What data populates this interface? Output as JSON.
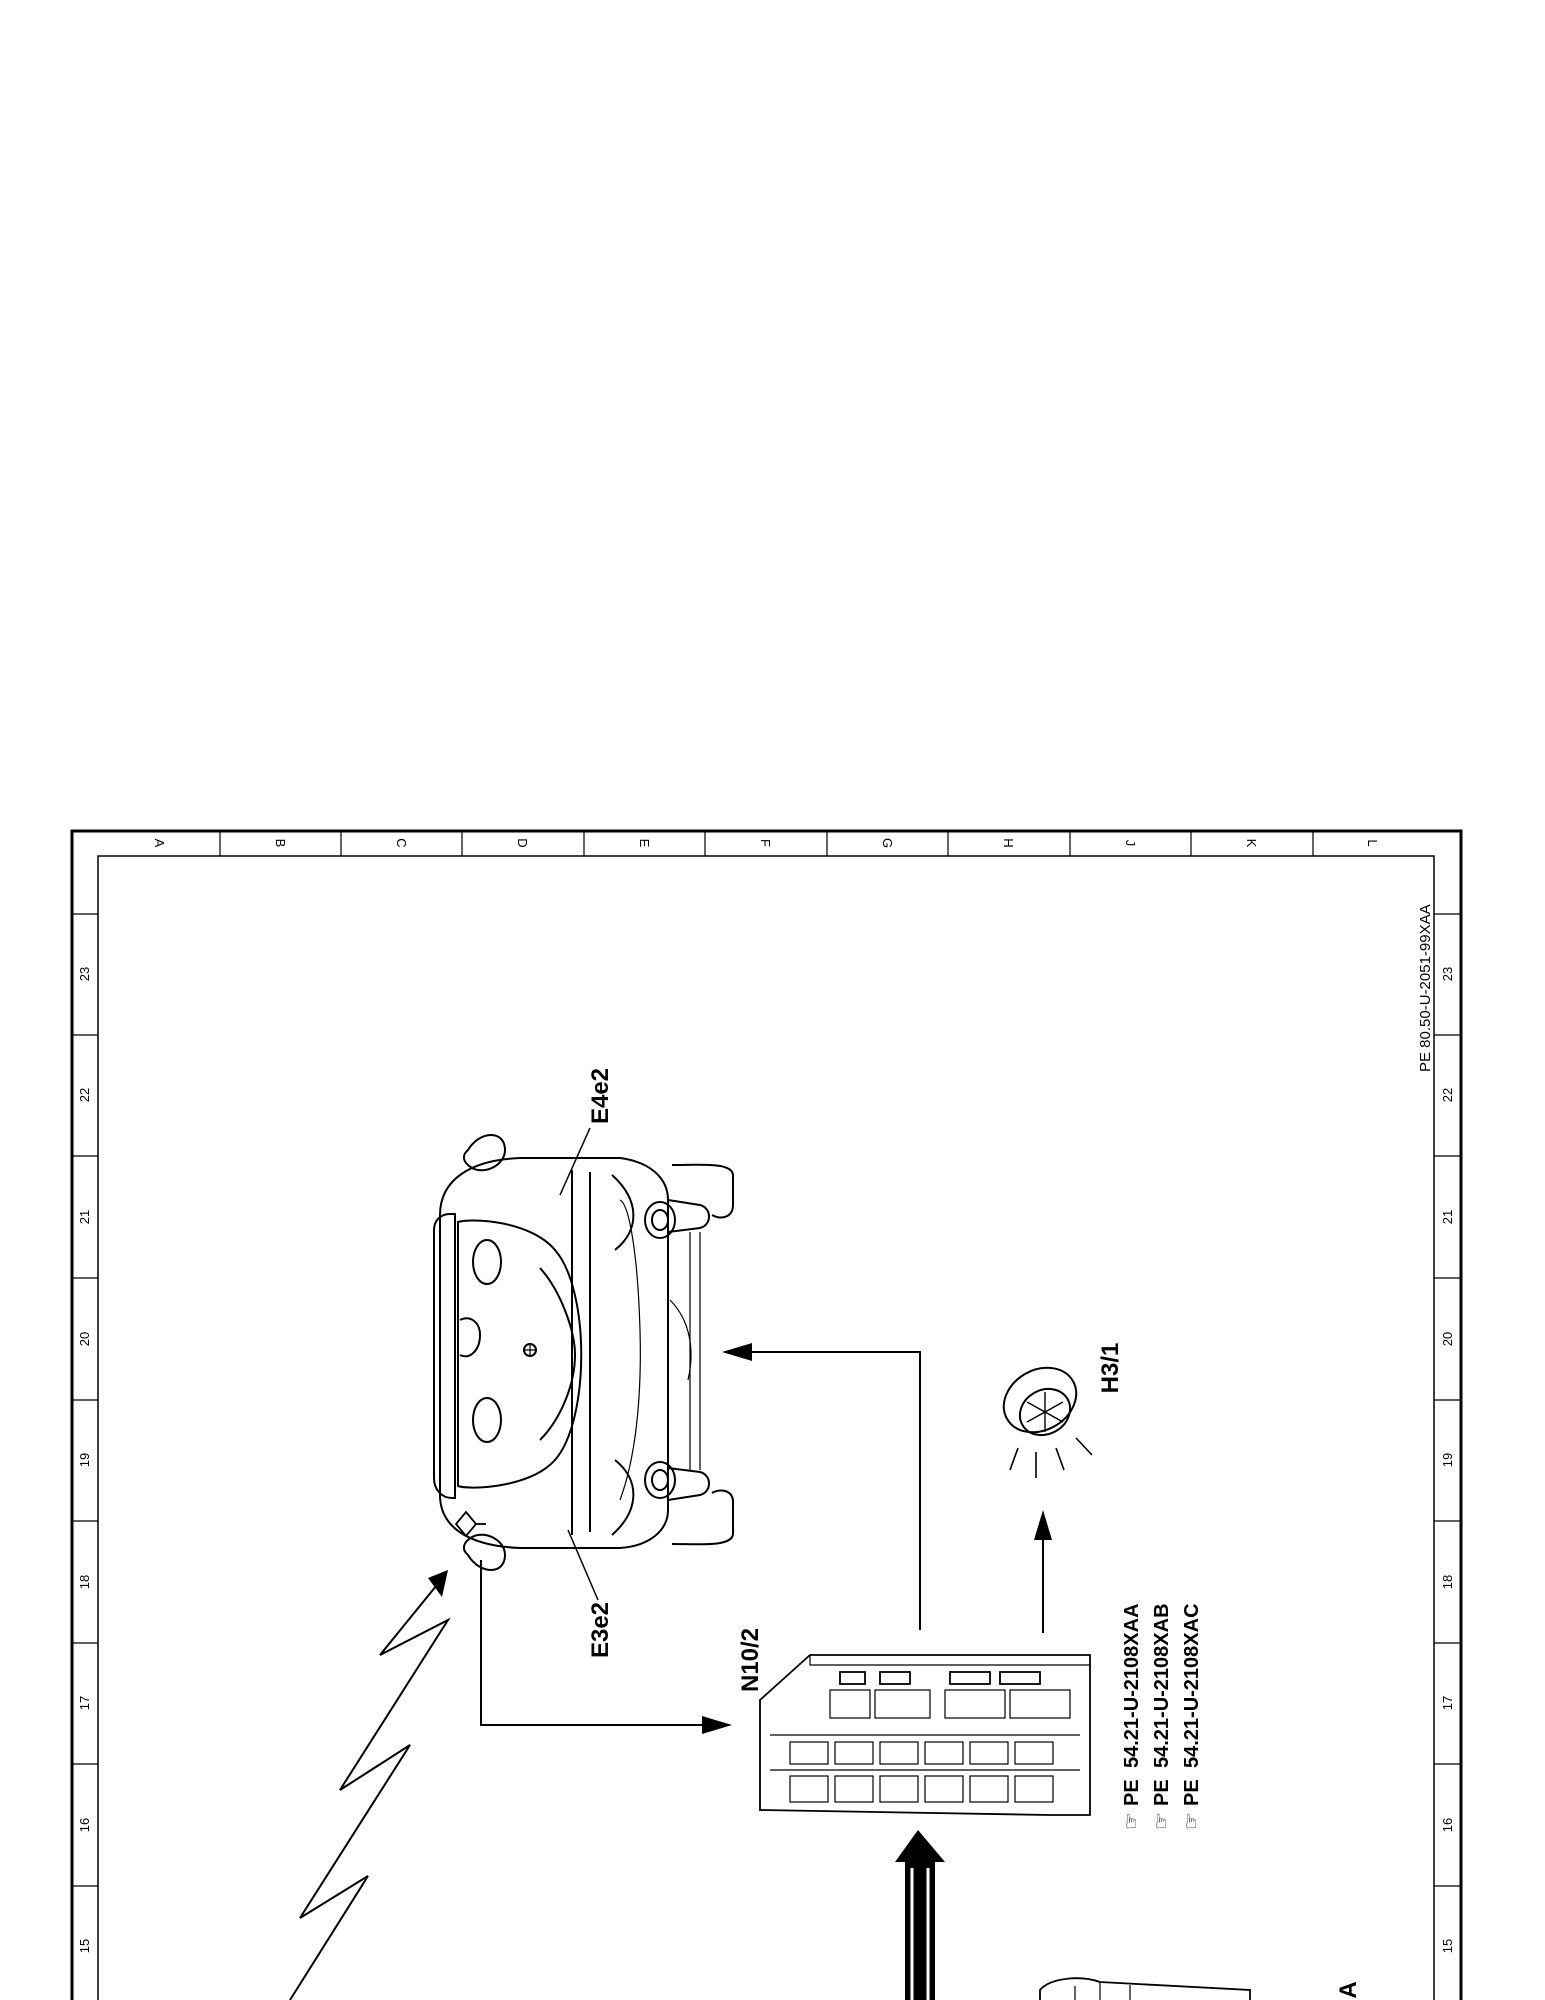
{
  "sheet": {
    "document_id": "PE 80.50-U-2051-99XAA",
    "column_letters": [
      "A",
      "B",
      "C",
      "D",
      "E",
      "F",
      "G",
      "H",
      "J",
      "K",
      "L"
    ],
    "row_numbers": [
      "23",
      "22",
      "21",
      "20",
      "19",
      "18",
      "17",
      "16",
      "15"
    ]
  },
  "components": {
    "vehicle_front_lamp_right": "E4e2",
    "vehicle_front_lamp_left": "E3e2",
    "control_module": "N10/2",
    "warning_indicator": "H3/1",
    "bottom_label": "A"
  },
  "references": [
    {
      "prefix": "PE",
      "code": "54.21-U-2108XAA"
    },
    {
      "prefix": "PE",
      "code": "54.21-U-2108XAB"
    },
    {
      "prefix": "PE",
      "code": "54.21-U-2108XAC"
    }
  ],
  "icons": {
    "reference": "pointing-hand-icon",
    "radio_signal": "lightning-zigzag-icon",
    "remote_key": "key-fob-icon"
  }
}
